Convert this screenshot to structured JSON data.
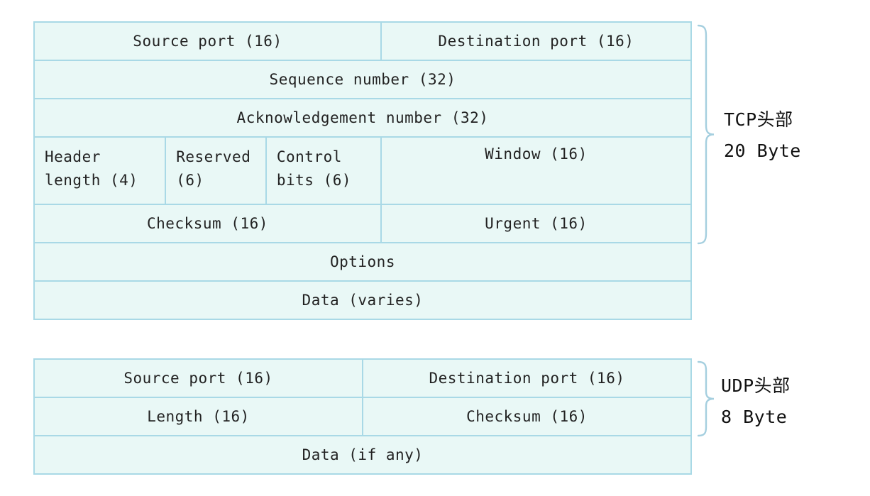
{
  "colors": {
    "cell_background": "#e9f8f6",
    "cell_border": "#a9d9e6",
    "brace": "#a5cfdf",
    "text": "#222222"
  },
  "tcp": {
    "rows": [
      [
        "Source port (16)",
        "Destination port (16)"
      ],
      [
        "Sequence number (32)"
      ],
      [
        "Acknowledgement number (32)"
      ],
      [
        "Header length (4)",
        "Reserved (6)",
        "Control bits (6)",
        "Window (16)"
      ],
      [
        "Checksum (16)",
        "Urgent (16)"
      ],
      [
        "Options"
      ],
      [
        "Data (varies)"
      ]
    ],
    "brace_label": {
      "line1": "TCP头部",
      "line2": "20 Byte"
    }
  },
  "udp": {
    "rows": [
      [
        "Source port (16)",
        "Destination port (16)"
      ],
      [
        "Length (16)",
        "Checksum (16)"
      ],
      [
        "Data (if any)"
      ]
    ],
    "brace_label": {
      "line1": "UDP头部",
      "line2": "8 Byte"
    }
  }
}
